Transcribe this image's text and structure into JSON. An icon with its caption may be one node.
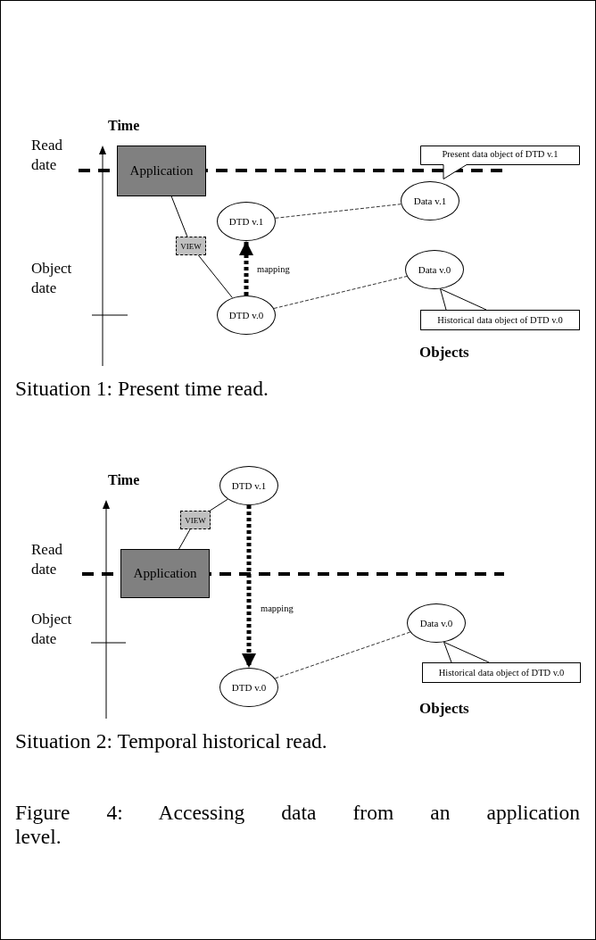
{
  "diagram": {
    "caption": "Figure 4: Accessing data from an application level.",
    "nodes": [
      {
        "text": [
          "Application"
        ]
      },
      {
        "text": [
          "VIEW"
        ]
      },
      {
        "text": [
          "DTD v.1"
        ]
      },
      {
        "text": [
          "Data v.1"
        ]
      },
      {
        "text": [
          "DTD v.0"
        ]
      },
      {
        "text": [
          "Data v.0"
        ]
      },
      {
        "text": [
          "Present data object of DTD v.1"
        ]
      },
      {
        "text": [
          "Historical data object of DTD v.0"
        ]
      },
      {
        "text": [
          "DTD v.1"
        ]
      },
      {
        "text": [
          "VIEW"
        ]
      },
      {
        "text": [
          "Application"
        ]
      },
      {
        "text": [
          "Data v.0"
        ]
      },
      {
        "text": [
          "Historical data object of DTD v.0"
        ]
      },
      {
        "text": [
          "DTD v.0"
        ]
      }
    ],
    "edges": [
      {
        "from": 0,
        "to": 1,
        "arrow": "none"
      },
      {
        "from": 1,
        "to": 4,
        "arrow": "none"
      },
      {
        "from": 4,
        "to": 2,
        "arrow": "to",
        "label": "mapping",
        "style": "dashed"
      },
      {
        "from": 2,
        "to": 3,
        "arrow": "none",
        "style": "dashed"
      },
      {
        "from": 4,
        "to": 5,
        "arrow": "none",
        "style": "dashed"
      },
      {
        "from": 7,
        "to": 5,
        "arrow": "none"
      },
      {
        "from": 10,
        "to": 9,
        "arrow": "none"
      },
      {
        "from": 9,
        "to": 8,
        "arrow": "none"
      },
      {
        "from": 8,
        "to": 13,
        "arrow": "to",
        "label": "mapping",
        "style": "dashed"
      },
      {
        "from": 13,
        "to": 11,
        "arrow": "none",
        "style": "dashed"
      },
      {
        "from": 12,
        "to": 11,
        "arrow": "none"
      }
    ],
    "labels": [
      "Time",
      "Read date",
      "Object date",
      "Objects",
      "Situation 1: Present time read.",
      "Time",
      "Read date",
      "Object date",
      "Objects",
      "Situation 2: Temporal historical read."
    ]
  }
}
